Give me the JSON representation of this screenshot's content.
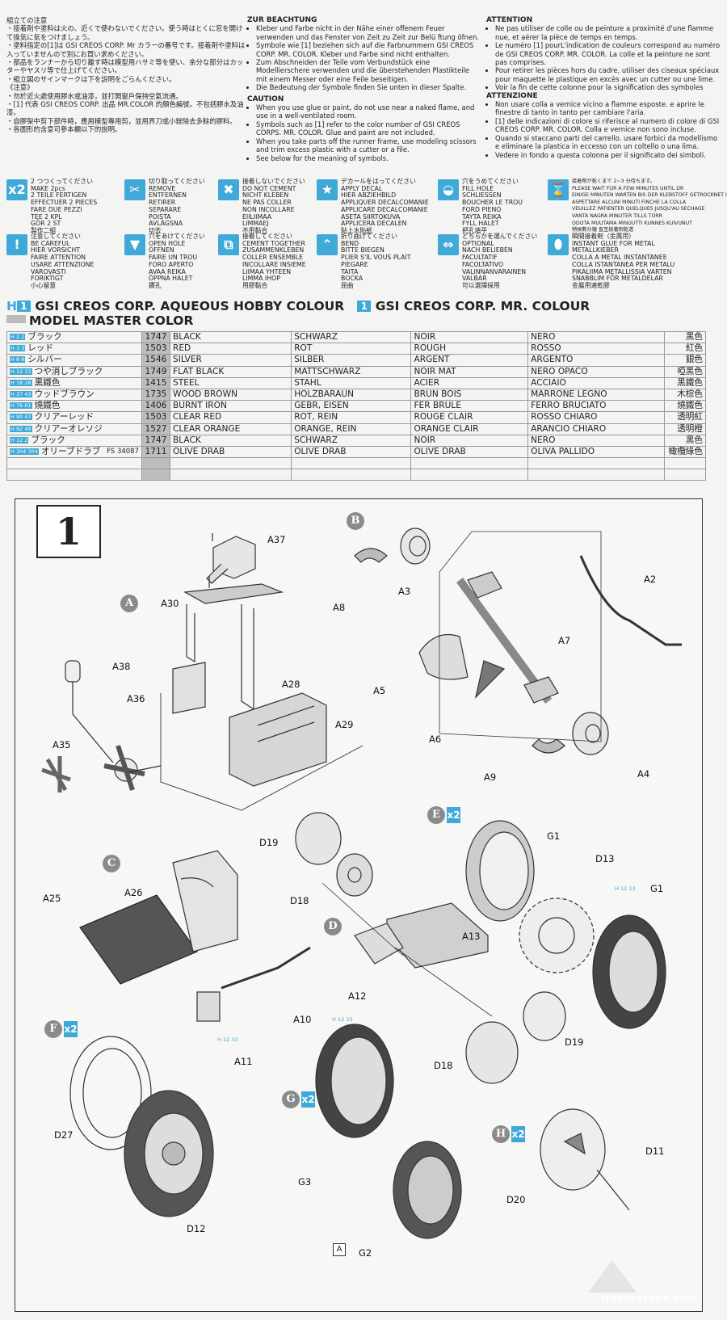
{
  "notes": {
    "jp": {
      "title": "組立ての注意",
      "lines": [
        "・接着剤や塗料は火の、近くで使わないでください。使う時はとくに窓を開けて換気に気をつけましょう。",
        "・塗料指定の[1]は GSI CREOS CORP. Mr カラーの番号です。接着剤や塗料は入っていませんので別にお買い求めください。",
        "・部品をランナーから切り離す時は模型用ハサミ等を使い、余分な部分はカッターやヤスリ等で仕上げてください。",
        "・組立図のサインマークは下を説明をごらんください。"
      ],
      "cn_title": "《注意》",
      "cn_lines": [
        "・勿於近火處使用膠水或油漆，並打開窗戶保持空氣流通。",
        "・[1] 代表 GSI CREOS CORP. 出品 MR.COLOR 的顏色編號。不包括膠水及油漆。",
        "・自膠架中剪下部件時，應用模型專用剪，並用界刀或小銼除去多餘的膠料。",
        "・各圖形的含意可參本欄以下的說明。"
      ]
    },
    "de": {
      "title": "ZUR BEACHTUNG",
      "lines": [
        "Kleber und Farbe nicht in der Nähe einer offenem Feuer verwenden und das Fenster von Zeit zu Zeit zur Belü ftung öfnen.",
        "Symbole wie [1] beziehen sich auf die Farbnummern GSI CREOS CORP. MR. COLOR. Kleber und Farbe sind nicht enthalten.",
        "Zum Abschneiden der Teile vom Verbundstück eine Modellierschere verwenden und die überstehenden Plastikteile mit einem Messer oder eine Feile beseitigen.",
        "Die Bedeutung der Symbole finden Sie unten in dieser Spalte."
      ]
    },
    "en": {
      "title": "CAUTION",
      "lines": [
        "When you use glue or paint, do not use near a naked flame, and use in a well-ventilated room.",
        "Symbols such as [1] refer to the color number of GSI CREOS CORPS. MR. COLOR. Glue and paint are not included.",
        "When you take parts off the runner frame, use modeling scissors and trim excess plastic with a cutter or a file.",
        "See below for the meaning of symbols."
      ]
    },
    "fr": {
      "title": "ATTENTION",
      "lines": [
        "Ne pas utiliser de colle ou de peinture a proximité d'une flamme nue, et aérer la pièce de temps en temps.",
        "Le numéro [1] pourL'indication de couleurs correspond au numéro de GSI CREOS CORP. MR. COLOR. La colle et la peinture ne sont pas comprises.",
        "Pour retirer les pièces hors du cadre, utiliser des ciseaux spéciaux pour maquette le plastique en excès avec un cutter ou une lime.",
        "Voir la fin de cette colonne pour la signification des symboles"
      ]
    },
    "it": {
      "title": "ATTENZIONE",
      "lines": [
        "Non usare colla a vernice vicino a flamme esposte. e aprire le finestre di tanto in tanto per cambiare l'aria.",
        "[1] delle indicazioni di colore si riferisce al numero di colore di GSI CREOS CORP. MR. COLOR. Colla e vernice non sono incluse.",
        "Quando si staccano parti del carrello. usare forbici da modellismo e eliminare la plastica in eccesso con un coltello o una lima.",
        "Vedere in fondo a questa colonna per il significato dei simboli."
      ]
    }
  },
  "symbols": [
    {
      "icon": "make-two-icon",
      "glyph": "x2",
      "text": "2 つつくってください\nMAKE 2pcs\n2 TEILE FERTIGEN\nEFFECTUER 2 PIECES\nFARE DUE PEZZI\nTEE 2 KPL\nGÖR 2 ST\n製作二組"
    },
    {
      "icon": "cut-off-icon",
      "glyph": "✂",
      "text": "切り取ってください\nREMOVE\nENTFERNEN\nRETIRER\nSEPARARE\nPOISTA\nAVLÄGSNA\n切去"
    },
    {
      "icon": "do-not-cement-icon",
      "glyph": "✖",
      "text": "接着しないでください\nDO NOT CEMENT\nNICHT KLEBEN\nNE PAS COLLER\nNON INCOLLARE\nEIILIIMAA\nLIMMAEJ\n不用黏合"
    },
    {
      "icon": "apply-decal-icon",
      "glyph": "★",
      "text": "デカールをはってください\nAPPLY DECAL\nHIER ABZIEHBILD\nAPPLIQUER DECALCOMANIE\nAPPLICARE DECALCOMANIE\nASETA SIIRTOKUVA\nAPPLICERA DECALEN\n貼上水貼紙"
    },
    {
      "icon": "fill-hole-icon",
      "glyph": "◒",
      "text": "穴をうめてください\nFILL HOLE\nSCHLIESSEN\nBOUCHER LE TROU\nFORD PIENO\nTAYTA REIKA\nFYLL HALET\n把孔填平"
    },
    {
      "icon": "wait-glue-icon",
      "glyph": "⌛",
      "text": "接着剤が乾くまで 2~3 分待ちます。\nPLEASE WAIT FOR A FEW MINUTES UNTIL DR\nEINIGE MINUTEN WARTEN BIS DER KLEBSTOFF GETROCKNET IST\nASPETTARE ALCUNI MINUTI FINCHE LA COLLA\nVEUILLEZ PATIENTER QUELQUES JUSQU'AU SECHAGE\nVANTA NAGRA MINUTER TILLS TORR\nODOTA MUUTAMA MINUUTTI KUNNES KUIVUNUT\n稍候數分鐘 直至接著劑乾透"
    },
    {
      "icon": "be-careful-icon",
      "glyph": "!",
      "text": "注意してください\nBE CAREFUL\nHIER VORSICHT\nFAIRE ATTENTION\nUSARE ATTENZIONE\nVAROVASTI\nFORIKTIGT\n小心留意"
    },
    {
      "icon": "open-hole-icon",
      "glyph": "▼",
      "text": "穴をあけてください\nOPEN HOLE\nOFFNEN\nFAIRE UN TROU\nFORO APERTO\nAVAA REIKA\nÖPPNA HALET\n鑽孔"
    },
    {
      "icon": "cement-together-icon",
      "glyph": "⧉",
      "text": "接着してください\nCEMENT TOGETHER\nZUSAMMENKLEBEN\nCOLLER ENSEMBLE\nINCOLLARE INSIEME\nLIIMAA YHTEEN\nLIMMA IHOP\n用膠黏合"
    },
    {
      "icon": "bend-icon",
      "glyph": "⌃",
      "text": "折り曲げてください\nBEND\nBITTE BIEGEN\nPLIER S'IL VOUS PLAIT\nPIEGARE\nTAITA\nBOCKA\n屈曲"
    },
    {
      "icon": "optional-icon",
      "glyph": "⇔",
      "text": "どちらかを選んでください\nOPTIONAL\nNACH BELIEBEN\nFACULTATIF\nFACOLTATIVO\nVALINNANVARAINEN\nVALBAR\n可以選擇採用"
    },
    {
      "icon": "instant-glue-icon",
      "glyph": "⬮",
      "text": "瞬間接着剤（金属用）\nINSTANT GLUE FOR METAL\nMETALLKIEBER\nCOLLA A METAL INSTANTANEE\nCOLLA ISTANTANEA PER METALU\nPIKALIIMA METALLISSIA VARTEN\nSNABBLIM FÖR METALDELAR\n金屬用速乾膠"
    }
  ],
  "paint_header": {
    "left_tag": "H",
    "left_num": "1",
    "left_title": "GSI CREOS CORP. AQUEOUS HOBBY COLOUR",
    "right_num": "1",
    "right_title": "GSI CREOS CORP. MR. COLOUR",
    "second_line": "MODEL MASTER COLOR"
  },
  "paints": [
    {
      "tag": "H 2 2",
      "jp": "ブラック",
      "fs": "",
      "code": "1747",
      "en": "BLACK",
      "de": "SCHWARZ",
      "fr": "NOIR",
      "it": "NERO",
      "cn": "黑色"
    },
    {
      "tag": "H 3 3",
      "jp": "レッド",
      "fs": "",
      "code": "1503",
      "en": "RED",
      "de": "ROT",
      "fr": "ROUGH",
      "it": "ROSSO",
      "cn": "紅色"
    },
    {
      "tag": "H 8 8",
      "jp": "シルバー",
      "fs": "",
      "code": "1546",
      "en": "SILVER",
      "de": "SILBER",
      "fr": "ARGENT",
      "it": "ARGENTO",
      "cn": "銀色"
    },
    {
      "tag": "H 12 33",
      "jp": "つや消しブラック",
      "fs": "",
      "code": "1749",
      "en": "FLAT BLACK",
      "de": "MATTSCHWARZ",
      "fr": "NOIR MAT",
      "it": "NERO OPACO",
      "cn": "啞黑色"
    },
    {
      "tag": "H 18 28",
      "jp": "黒鐵色",
      "fs": "",
      "code": "1415",
      "en": "STEEL",
      "de": "STAHL",
      "fr": "ACIER",
      "it": "ACCIAIO",
      "cn": "黑鐵色"
    },
    {
      "tag": "H 37 43",
      "jp": "ウッドブラウン",
      "fs": "",
      "code": "1735",
      "en": "WOOD BROWN",
      "de": "HOLZBARAUN",
      "fr": "BRUN BOIS",
      "it": "MARRONE LEGNO",
      "cn": "木棕色"
    },
    {
      "tag": "H 76 61",
      "jp": "燒鐵色",
      "fs": "",
      "code": "1406",
      "en": "BURNT IRON",
      "de": "GEBR, EISEN",
      "fr": "FER BRULE",
      "it": "FERRO BRUCIATO",
      "cn": "燒鐵色"
    },
    {
      "tag": "H 90 47",
      "jp": "クリアーレッド",
      "fs": "",
      "code": "1503",
      "en": "CLEAR RED",
      "de": "ROT, REIN",
      "fr": "ROUGE CLAIR",
      "it": "ROSSO CHIARO",
      "cn": "透明紅"
    },
    {
      "tag": "H 92 49",
      "jp": "クリアーオレソジ",
      "fs": "",
      "code": "1527",
      "en": "CLEAR ORANGE",
      "de": "ORANGE, REIN",
      "fr": "ORANGE CLAIR",
      "it": "ARANCIO CHIARO",
      "cn": "透明橙"
    },
    {
      "tag": "H 12 2",
      "jp": "ブラック",
      "fs": "",
      "code": "1747",
      "en": "BLACK",
      "de": "SCHWARZ",
      "fr": "NOIR",
      "it": "NERO",
      "cn": "黑色"
    },
    {
      "tag": "H 304 304",
      "jp": "オリーブドラブ",
      "fs": "FS 34087",
      "code": "1711",
      "en": "OLIVE DRAB",
      "de": "OLIVE DRAB",
      "fr": "OLIVE DRAB",
      "it": "OLIVA PALLIDO",
      "cn": "橄欖綠色"
    },
    {
      "tag": "",
      "jp": "",
      "fs": "",
      "code": "",
      "en": "",
      "de": "",
      "fr": "",
      "it": "",
      "cn": ""
    },
    {
      "tag": "",
      "jp": "",
      "fs": "",
      "code": "",
      "en": "",
      "de": "",
      "fr": "",
      "it": "",
      "cn": ""
    }
  ],
  "step": {
    "number": "1",
    "groups": {
      "A": "A",
      "B": "B",
      "C": "C",
      "D": "D",
      "E": "E",
      "F": "F",
      "G": "G",
      "H": "H"
    },
    "x2": "x2",
    "ref_box": "A",
    "parts": [
      "A37",
      "A30",
      "A28",
      "A29",
      "A38",
      "A36",
      "A35",
      "A3",
      "A8",
      "A2",
      "A7",
      "A5",
      "A6",
      "A9",
      "A4",
      "D19",
      "D18",
      "G1",
      "D13",
      "G1",
      "A25",
      "A26",
      "A13",
      "A12",
      "A10",
      "A11",
      "D19",
      "D18",
      "D27",
      "D12",
      "G3",
      "G2",
      "D20",
      "D11"
    ],
    "paint_callouts": [
      "H 12 33",
      "H 12 33",
      "H 12 33"
    ]
  },
  "watermark": "MOXINGFANS.COM"
}
